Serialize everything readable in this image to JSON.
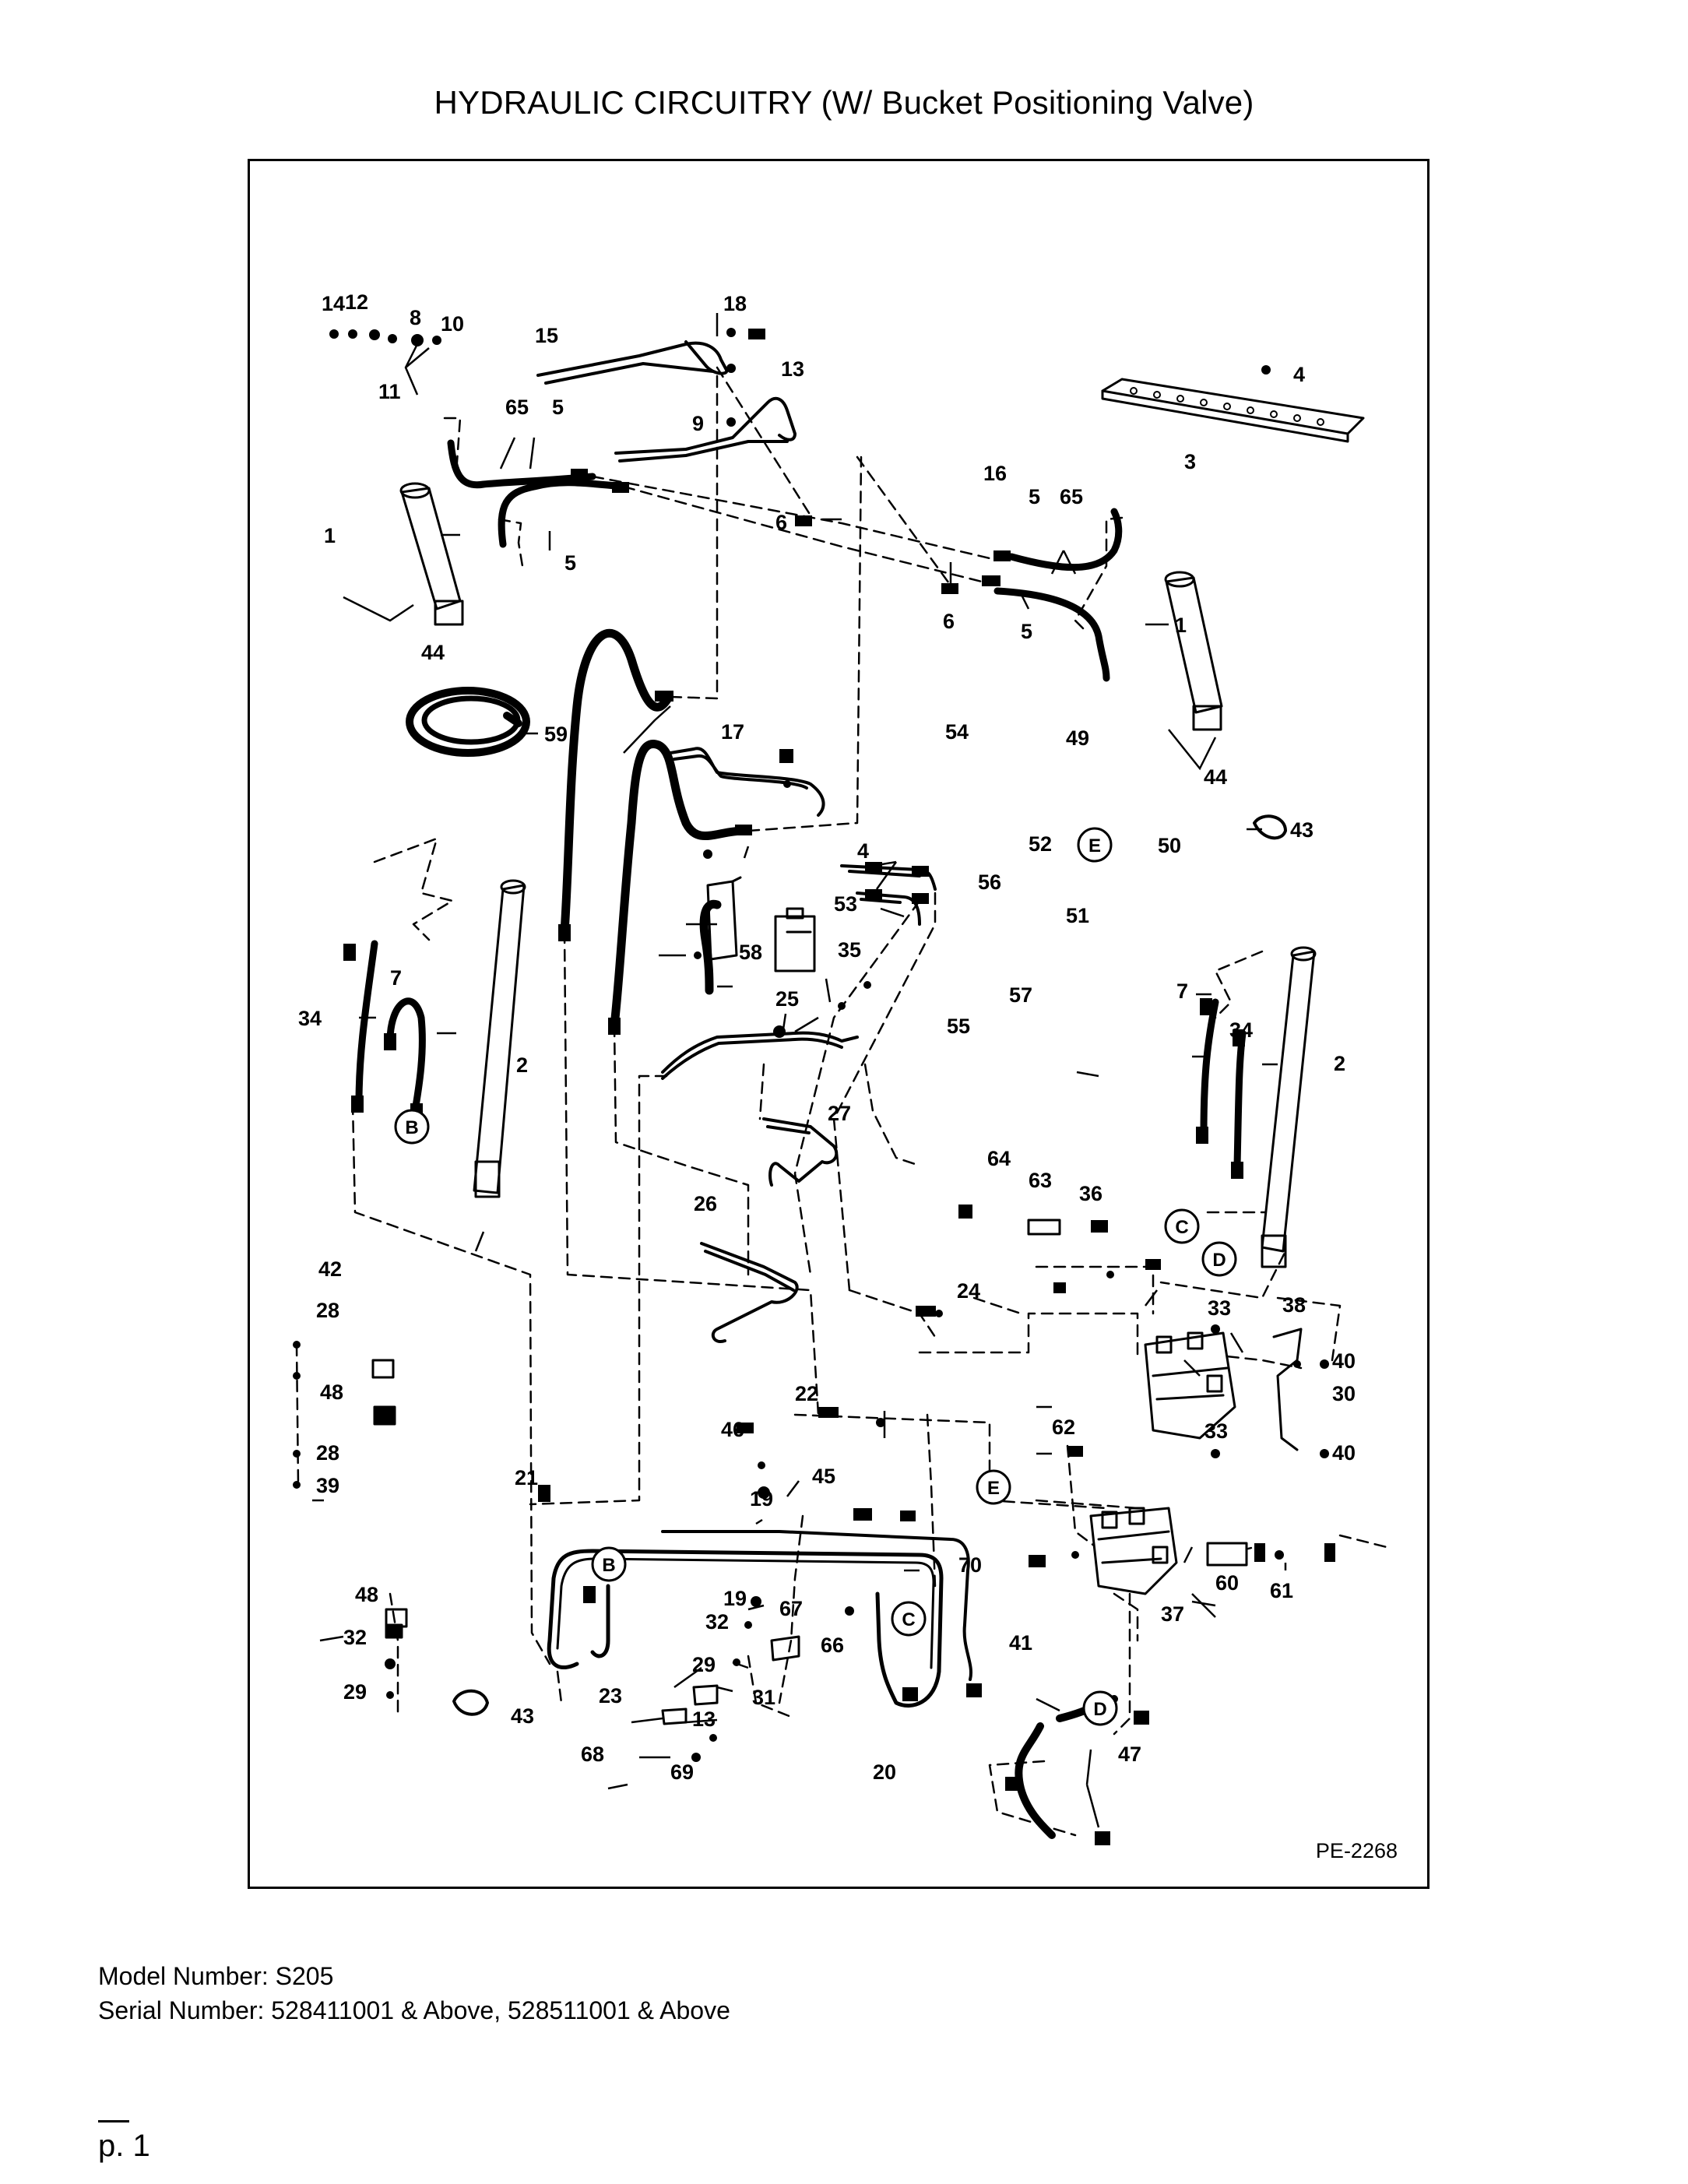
{
  "title": "HYDRAULIC CIRCUITRY (W/ Bucket Positioning Valve)",
  "diagram_ref": "PE-2268",
  "model_number": "Model Number: S205",
  "serial_number": "Serial Number: 528411001 & Above, 528511001 & Above",
  "page_label": "p. 1",
  "callouts": [
    {
      "id": "c14",
      "text": "14"
    },
    {
      "id": "c12",
      "text": "12"
    },
    {
      "id": "c8",
      "text": "8"
    },
    {
      "id": "c10",
      "text": "10"
    },
    {
      "id": "c15",
      "text": "15"
    },
    {
      "id": "c11",
      "text": "11"
    },
    {
      "id": "c18",
      "text": "18"
    },
    {
      "id": "c13a",
      "text": "13"
    },
    {
      "id": "c9",
      "text": "9"
    },
    {
      "id": "c4a",
      "text": "4"
    },
    {
      "id": "c3",
      "text": "3"
    },
    {
      "id": "c16",
      "text": "16"
    },
    {
      "id": "c65a",
      "text": "65"
    },
    {
      "id": "c5a",
      "text": "5"
    },
    {
      "id": "c1a",
      "text": "1"
    },
    {
      "id": "c5b",
      "text": "5"
    },
    {
      "id": "c6a",
      "text": "6"
    },
    {
      "id": "c5c",
      "text": "5"
    },
    {
      "id": "c65b",
      "text": "65"
    },
    {
      "id": "c6b",
      "text": "6"
    },
    {
      "id": "c5d",
      "text": "5"
    },
    {
      "id": "c1b",
      "text": "1"
    },
    {
      "id": "c44a",
      "text": "44"
    },
    {
      "id": "c44b",
      "text": "44"
    },
    {
      "id": "c59",
      "text": "59"
    },
    {
      "id": "c17",
      "text": "17"
    },
    {
      "id": "c54",
      "text": "54"
    },
    {
      "id": "c49",
      "text": "49"
    },
    {
      "id": "c43a",
      "text": "43"
    },
    {
      "id": "c50",
      "text": "50"
    },
    {
      "id": "c52",
      "text": "52"
    },
    {
      "id": "c4b",
      "text": "4"
    },
    {
      "id": "c53",
      "text": "53"
    },
    {
      "id": "c56",
      "text": "56"
    },
    {
      "id": "c51",
      "text": "51"
    },
    {
      "id": "c35",
      "text": "35"
    },
    {
      "id": "c58",
      "text": "58"
    },
    {
      "id": "c57",
      "text": "57"
    },
    {
      "id": "c25",
      "text": "25"
    },
    {
      "id": "c55",
      "text": "55"
    },
    {
      "id": "c7a",
      "text": "7"
    },
    {
      "id": "c34a",
      "text": "34"
    },
    {
      "id": "c2a",
      "text": "2"
    },
    {
      "id": "c7b",
      "text": "7"
    },
    {
      "id": "c34b",
      "text": "34"
    },
    {
      "id": "c2b",
      "text": "2"
    },
    {
      "id": "c27",
      "text": "27"
    },
    {
      "id": "c64",
      "text": "64"
    },
    {
      "id": "c63",
      "text": "63"
    },
    {
      "id": "c36",
      "text": "36"
    },
    {
      "id": "c26",
      "text": "26"
    },
    {
      "id": "c24",
      "text": "24"
    },
    {
      "id": "c33a",
      "text": "33"
    },
    {
      "id": "c38",
      "text": "38"
    },
    {
      "id": "c40a",
      "text": "40"
    },
    {
      "id": "c42",
      "text": "42"
    },
    {
      "id": "c28a",
      "text": "28"
    },
    {
      "id": "c48a",
      "text": "48"
    },
    {
      "id": "c30",
      "text": "30"
    },
    {
      "id": "c22",
      "text": "22"
    },
    {
      "id": "c62",
      "text": "62"
    },
    {
      "id": "c33b",
      "text": "33"
    },
    {
      "id": "c40b",
      "text": "40"
    },
    {
      "id": "c28b",
      "text": "28"
    },
    {
      "id": "c39",
      "text": "39"
    },
    {
      "id": "c46",
      "text": "46"
    },
    {
      "id": "c21",
      "text": "21"
    },
    {
      "id": "c45",
      "text": "45"
    },
    {
      "id": "c19a",
      "text": "19"
    },
    {
      "id": "c70",
      "text": "70"
    },
    {
      "id": "c60",
      "text": "60"
    },
    {
      "id": "c61",
      "text": "61"
    },
    {
      "id": "c48b",
      "text": "48"
    },
    {
      "id": "c19b",
      "text": "19"
    },
    {
      "id": "c32a",
      "text": "32"
    },
    {
      "id": "c67",
      "text": "67"
    },
    {
      "id": "c37",
      "text": "37"
    },
    {
      "id": "c32b",
      "text": "32"
    },
    {
      "id": "c66",
      "text": "66"
    },
    {
      "id": "c41",
      "text": "41"
    },
    {
      "id": "c29a",
      "text": "29"
    },
    {
      "id": "c29b",
      "text": "29"
    },
    {
      "id": "c31",
      "text": "31"
    },
    {
      "id": "c23",
      "text": "23"
    },
    {
      "id": "c43b",
      "text": "43"
    },
    {
      "id": "c13b",
      "text": "13"
    },
    {
      "id": "c47",
      "text": "47"
    },
    {
      "id": "c68",
      "text": "68"
    },
    {
      "id": "c69",
      "text": "69"
    },
    {
      "id": "c20",
      "text": "20"
    }
  ],
  "connectors": [
    {
      "id": "E1",
      "text": "E"
    },
    {
      "id": "B1",
      "text": "B"
    },
    {
      "id": "C1",
      "text": "C"
    },
    {
      "id": "D1",
      "text": "D"
    },
    {
      "id": "E2",
      "text": "E"
    },
    {
      "id": "B2",
      "text": "B"
    },
    {
      "id": "C2",
      "text": "C"
    },
    {
      "id": "D2",
      "text": "D"
    }
  ]
}
